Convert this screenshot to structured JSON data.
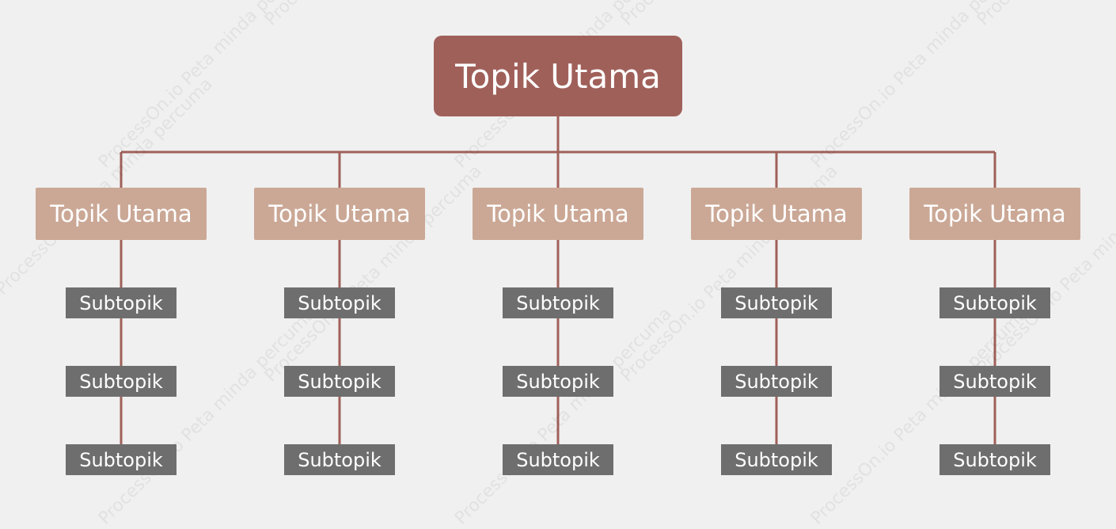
{
  "colors": {
    "background": "#f0f0f0",
    "root_fill": "#a0605a",
    "topic_fill": "#cba896",
    "subtopic_fill": "#6e6e6e",
    "connector": "#a0605a",
    "text": "#ffffff"
  },
  "watermark": "ProcessOn.io Peta minda percuma",
  "root": {
    "label": "Topik Utama"
  },
  "topics": [
    {
      "label": "Topik Utama",
      "subtopics": [
        "Subtopik",
        "Subtopik",
        "Subtopik"
      ]
    },
    {
      "label": "Topik Utama",
      "subtopics": [
        "Subtopik",
        "Subtopik",
        "Subtopik"
      ]
    },
    {
      "label": "Topik Utama",
      "subtopics": [
        "Subtopik",
        "Subtopik",
        "Subtopik"
      ]
    },
    {
      "label": "Topik Utama",
      "subtopics": [
        "Subtopik",
        "Subtopik",
        "Subtopik"
      ]
    },
    {
      "label": "Topik Utama",
      "subtopics": [
        "Subtopik",
        "Subtopik",
        "Subtopik"
      ]
    }
  ]
}
